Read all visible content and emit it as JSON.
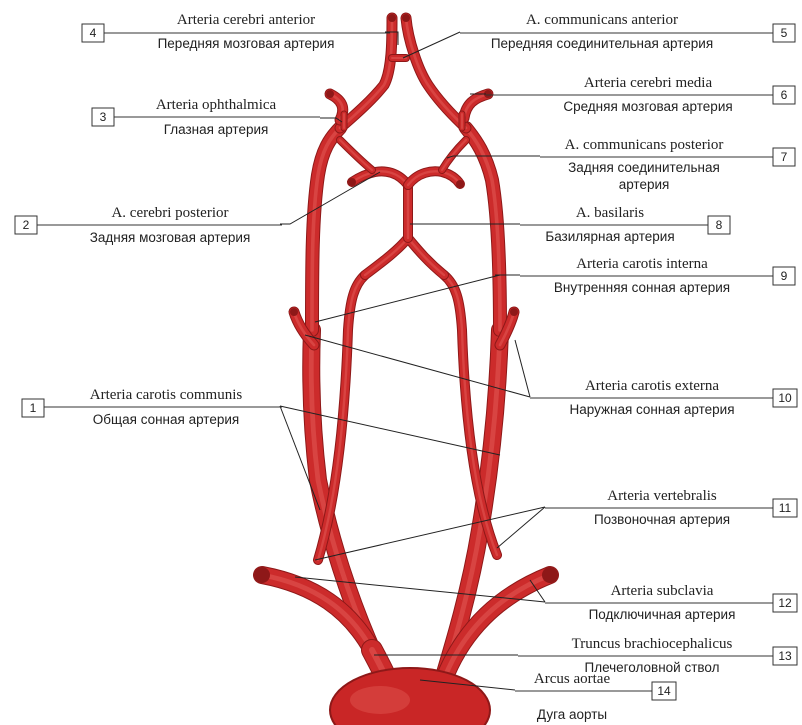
{
  "labels": [
    {
      "num": "1",
      "latin": "Arteria carotis communis",
      "russian": "Общая сонная артерия"
    },
    {
      "num": "2",
      "latin": "A. cerebri posterior",
      "russian": "Задняя мозговая артерия"
    },
    {
      "num": "3",
      "latin": "Arteria ophthalmica",
      "russian": "Глазная артерия"
    },
    {
      "num": "4",
      "latin": "Arteria cerebri anterior",
      "russian": "Передняя мозговая артерия"
    },
    {
      "num": "5",
      "latin": "A. communicans anterior",
      "russian": "Передняя соединительная артерия"
    },
    {
      "num": "6",
      "latin": "Arteria cerebri media",
      "russian": "Средняя мозговая артерия"
    },
    {
      "num": "7",
      "latin": "A. communicans posterior",
      "russian": "Задняя соединительная",
      "russian2": "артерия"
    },
    {
      "num": "8",
      "latin": "A. basilaris",
      "russian": "Базилярная артерия"
    },
    {
      "num": "9",
      "latin": "Arteria carotis interna",
      "russian": "Внутренняя сонная артерия"
    },
    {
      "num": "10",
      "latin": "Arteria carotis externa",
      "russian": "Наружная сонная артерия"
    },
    {
      "num": "11",
      "latin": "Arteria vertebralis",
      "russian": "Позвоночная артерия"
    },
    {
      "num": "12",
      "latin": "Arteria subclavia",
      "russian": "Подключичная артерия"
    },
    {
      "num": "13",
      "latin": "Truncus brachiocephalicus",
      "russian": "Плечеголовной ствол"
    },
    {
      "num": "14",
      "latin": "Arcus aortae",
      "russian": "Дуга аорты"
    }
  ],
  "colors": {
    "artery": "#cc2b2b",
    "artery_dark": "#8e1818",
    "text": "#222222"
  }
}
